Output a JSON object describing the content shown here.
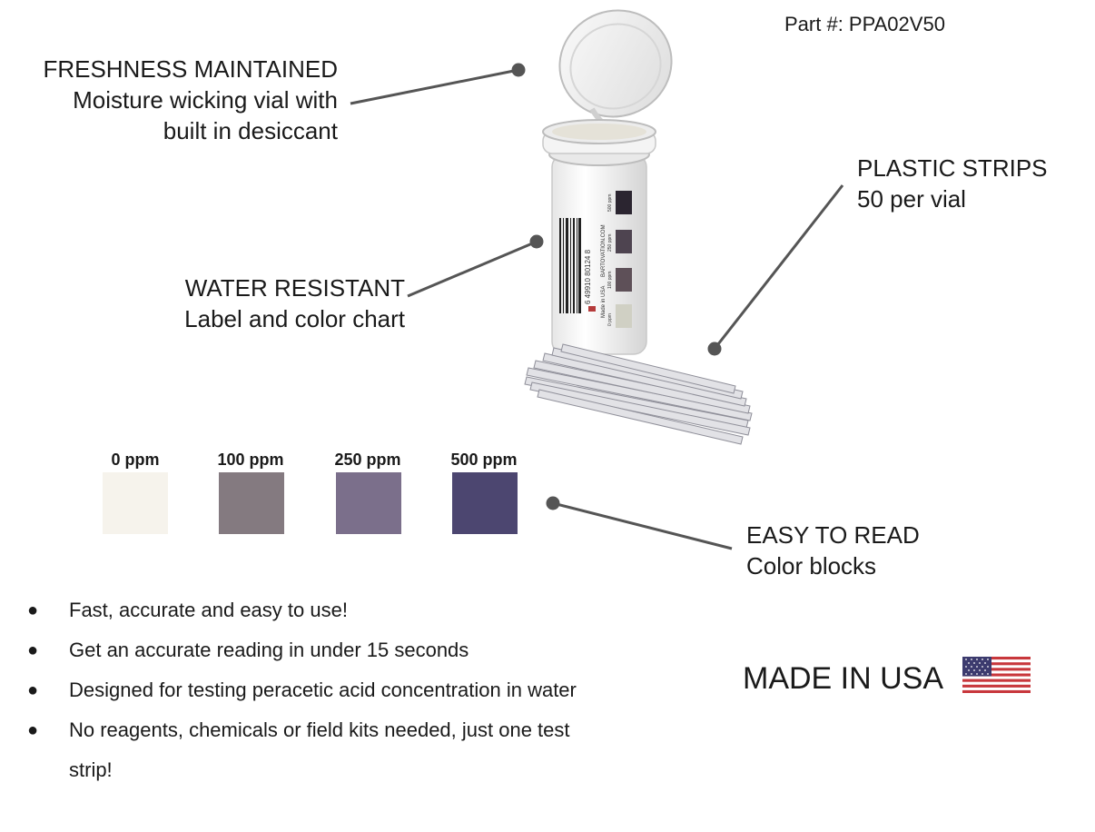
{
  "part_number": "Part #: PPA02V50",
  "callouts": {
    "freshness": {
      "title": "FRESHNESS MAINTAINED",
      "line1": "Moisture wicking vial with",
      "line2": "built in desiccant"
    },
    "water": {
      "title": "WATER RESISTANT",
      "line1": "Label and color chart"
    },
    "plastic": {
      "title": "PLASTIC STRIPS",
      "line1": "50 per vial"
    },
    "easy": {
      "title": "EASY TO READ",
      "line1": "Color blocks"
    }
  },
  "vial_label": {
    "barcode_digits": "6  49910  80124  8",
    "brand": "BARTOVATION.COM",
    "made_in": "Made in USA",
    "chart": [
      "500 ppm",
      "250 ppm",
      "100 ppm",
      "0 ppm"
    ]
  },
  "swatches": [
    {
      "label": "0 ppm",
      "color": "#f6f3ec"
    },
    {
      "label": "100 ppm",
      "color": "#847a80"
    },
    {
      "label": "250 ppm",
      "color": "#7b6f8b"
    },
    {
      "label": "500 ppm",
      "color": "#4c4670"
    }
  ],
  "bullets": [
    "Fast, accurate and easy to use!",
    "Get an accurate reading in under 15 seconds",
    "Designed for testing peracetic acid concentration in water",
    "No reagents, chemicals or field kits needed, just one test strip!"
  ],
  "made_in_usa": "MADE IN USA",
  "bullet_glyph": "●",
  "colors": {
    "leader": "#555555",
    "text": "#1a1a1a"
  }
}
